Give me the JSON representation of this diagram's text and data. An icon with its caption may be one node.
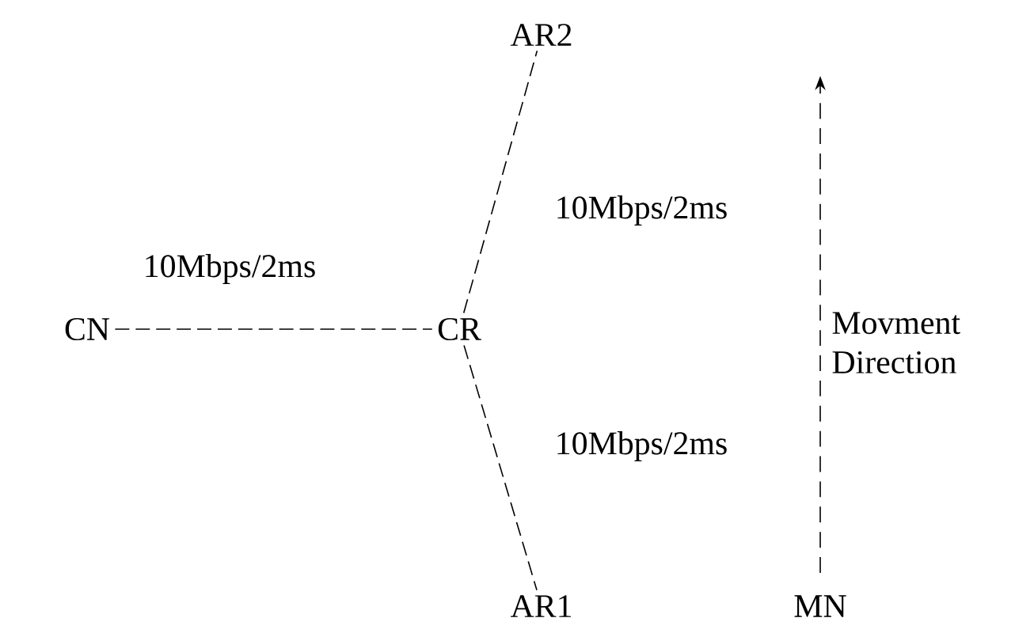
{
  "diagram": {
    "nodes": [
      {
        "text": [
          "CN"
        ]
      },
      {
        "text": [
          "CR"
        ]
      },
      {
        "text": [
          "AR2"
        ]
      },
      {
        "text": [
          "AR1"
        ]
      },
      {
        "text": [
          "MN"
        ]
      }
    ],
    "edges": [
      {
        "from": 0,
        "to": 1,
        "arrow": "none",
        "label": "10Mbps/2ms"
      },
      {
        "from": 1,
        "to": 2,
        "arrow": "none",
        "label": "10Mbps/2ms"
      },
      {
        "from": 1,
        "to": 3,
        "arrow": "none",
        "label": "10Mbps/2ms"
      }
    ],
    "labels": [
      "Movment Direction"
    ]
  }
}
